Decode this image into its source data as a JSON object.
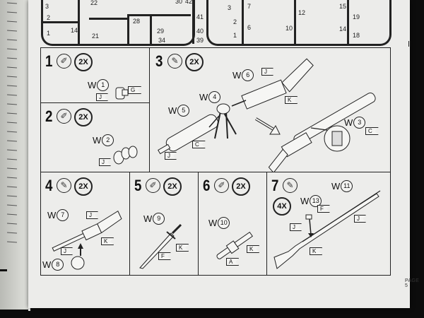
{
  "document": {
    "page_label": "PAGE 5",
    "sprue_numbers": {
      "left_sprue": [
        "3",
        "22",
        "30",
        "2",
        "14",
        "21",
        "28",
        "1",
        "29",
        "34",
        "42",
        "41",
        "40",
        "39"
      ],
      "right_sprue": [
        "3",
        "7",
        "15",
        "2",
        "6",
        "10",
        "12",
        "19",
        "1",
        "14",
        "18"
      ]
    },
    "steps": [
      {
        "number": "1",
        "quantity": "2X",
        "icon": "paint-brush-icon",
        "parts": [
          {
            "color": "W",
            "part": "1"
          }
        ],
        "flags": [
          "J",
          "G"
        ]
      },
      {
        "number": "2",
        "quantity": "2X",
        "icon": "paint-brush-icon",
        "parts": [
          {
            "color": "W",
            "part": "2"
          }
        ],
        "flags": [
          "J"
        ]
      },
      {
        "number": "3",
        "quantity": "2X",
        "icon": "glue-tube-icon",
        "parts": [
          {
            "color": "W",
            "part": "6"
          },
          {
            "color": "W",
            "part": "4"
          },
          {
            "color": "W",
            "part": "5"
          },
          {
            "color": "W",
            "part": "3"
          }
        ],
        "flags": [
          "J",
          "K",
          "C",
          "J",
          "C"
        ]
      },
      {
        "number": "4",
        "quantity": "2X",
        "icon": "glue-tube-icon",
        "parts": [
          {
            "color": "W",
            "part": "7"
          },
          {
            "color": "W",
            "part": "8"
          }
        ],
        "flags": [
          "J",
          "K",
          "J"
        ]
      },
      {
        "number": "5",
        "quantity": "2X",
        "icon": "paint-brush-icon",
        "parts": [
          {
            "color": "W",
            "part": "9"
          }
        ],
        "flags": [
          "K",
          "F"
        ]
      },
      {
        "number": "6",
        "quantity": "2X",
        "icon": "paint-brush-icon",
        "parts": [
          {
            "color": "W",
            "part": "10"
          }
        ],
        "flags": [
          "K",
          "A"
        ]
      },
      {
        "number": "7",
        "quantity": "4X",
        "icon": "glue-tube-icon",
        "parts": [
          {
            "color": "W",
            "part": "11"
          },
          {
            "color": "W",
            "part": "13"
          }
        ],
        "flags": [
          "F",
          "J",
          "J",
          "K"
        ]
      }
    ]
  }
}
